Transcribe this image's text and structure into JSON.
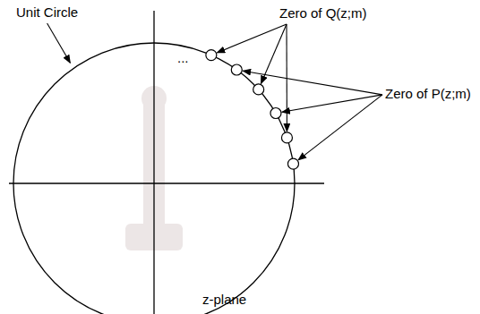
{
  "diagram": {
    "labels": [
      "Unit Circle",
      "Zero of Q(z;m)",
      "Zero of P(z;m)",
      "z-plane",
      "..."
    ]
  }
}
